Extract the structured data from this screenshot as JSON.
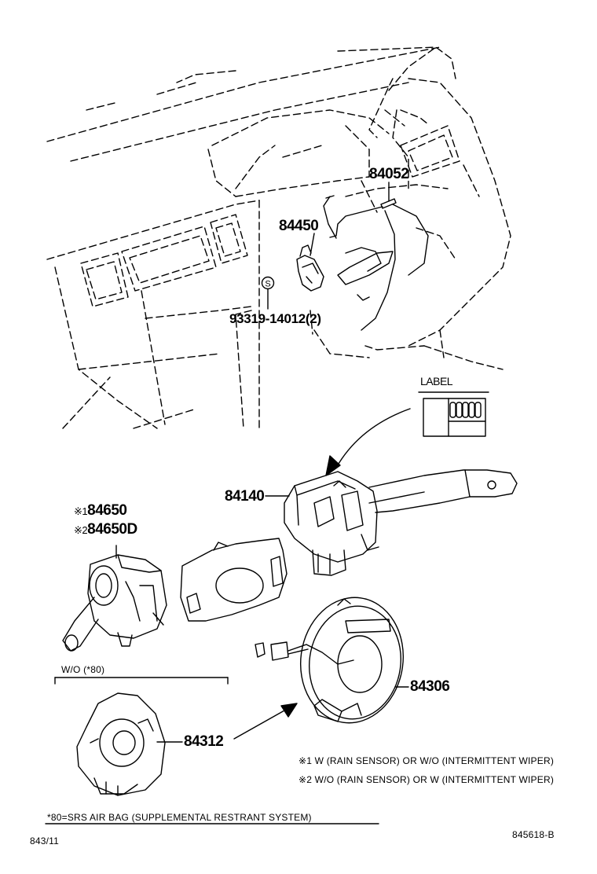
{
  "parts": {
    "p84052": "84052",
    "p84450": "84450",
    "p93319": "93319-14012(2)",
    "p84140": "84140",
    "p84650_mark": "※1",
    "p84650": "84650",
    "p84650d_mark": "※2",
    "p84650d": "84650D",
    "p84306": "84306",
    "p84312": "84312"
  },
  "label_box": {
    "title": "LABEL"
  },
  "screw_symbol": "S",
  "wo_header": "W/O (*80)",
  "notes": {
    "note1": "※1 W (RAIN SENSOR) OR W/O (INTERMITTENT WIPER)",
    "note2": "※2 W/O (RAIN SENSOR) OR W (INTERMITTENT WIPER)"
  },
  "footnote": "*80=SRS AIR BAG (SUPPLEMENTAL RESTRANT SYSTEM)",
  "page_ref_left": "843/11",
  "page_ref_right": "845618-B"
}
